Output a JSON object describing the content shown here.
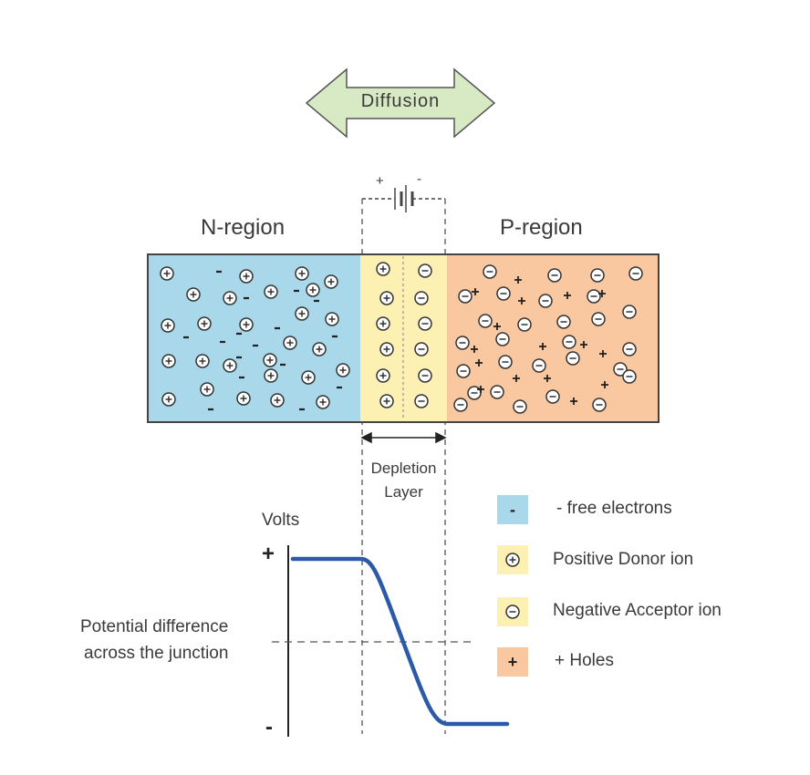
{
  "diffusion_label": "Diffusion",
  "battery": {
    "plus": "+",
    "minus": "-"
  },
  "regions": {
    "n": "N-region",
    "p": "P-region"
  },
  "depletion": {
    "line1": "Depletion",
    "line2": "Layer"
  },
  "graph": {
    "y_axis_label": "Volts",
    "y_plus": "+",
    "y_minus": "-",
    "caption_line1": "Potential difference",
    "caption_line2": "across the junction"
  },
  "legend": [
    {
      "symbol": "-",
      "text": "- free electrons",
      "swatch": "#a8d8ea",
      "kind": "electron"
    },
    {
      "symbol": "+",
      "text": "Positive Donor ion",
      "swatch": "#fdf0b3",
      "kind": "donor"
    },
    {
      "symbol": "-",
      "text": "Negative Acceptor ion",
      "swatch": "#fdf0b3",
      "kind": "acceptor"
    },
    {
      "symbol": "+",
      "text": "+ Holes",
      "swatch": "#f9c8a0",
      "kind": "hole"
    }
  ],
  "colors": {
    "n_region": "#a8d8ea",
    "depletion": "#fdf0b3",
    "p_region": "#f9c8a0",
    "arrow_fill": "#d8eac4",
    "curve": "#2c5aa8"
  }
}
